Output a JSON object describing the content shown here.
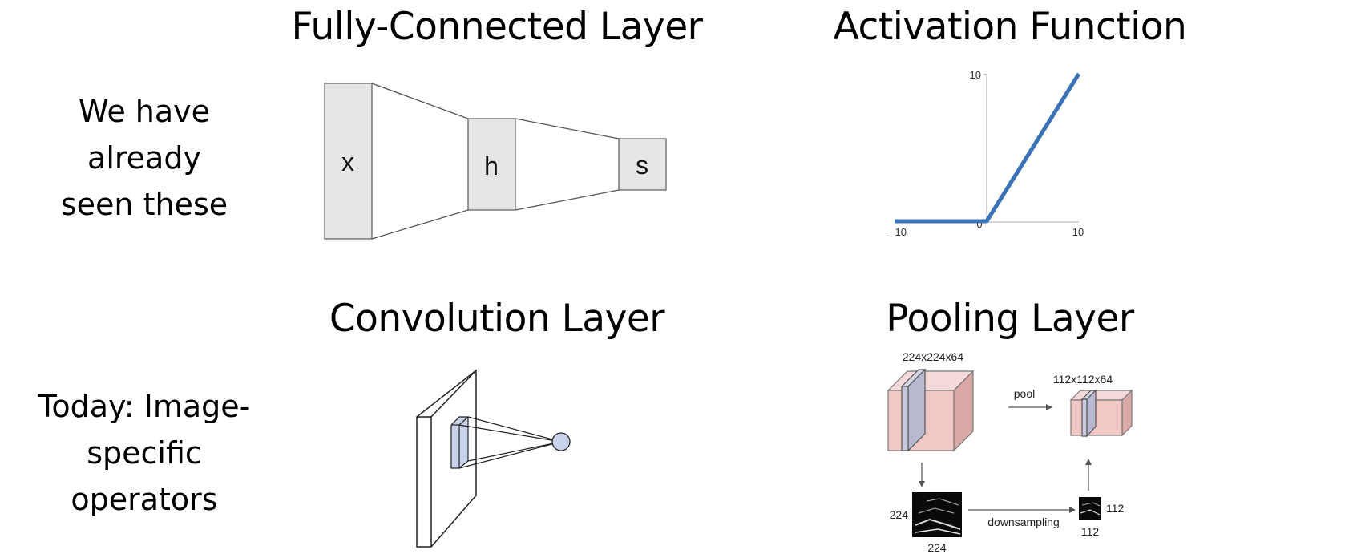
{
  "left_labels": {
    "top": [
      "We have",
      "already",
      "seen these"
    ],
    "bottom": [
      "Today: Image-",
      "specific",
      "operators"
    ]
  },
  "panels": {
    "fc": {
      "title": "Fully-Connected Layer",
      "nodes": [
        "x",
        "h",
        "s"
      ]
    },
    "activation": {
      "title": "Activation Function",
      "y_tick": "10",
      "x_ticks": [
        "−10",
        "0",
        "10"
      ]
    },
    "conv": {
      "title": "Convolution Layer"
    },
    "pool": {
      "title": "Pooling Layer",
      "input_dims": "224x224x64",
      "output_dims": "112x112x64",
      "pool_label": "pool",
      "downsampling_label": "downsampling",
      "img_in_side": "224",
      "img_in_bottom": "224",
      "img_out_side": "112",
      "img_out_bottom": "112"
    }
  },
  "colors": {
    "box_fill": "#e6e6e6",
    "relu_line": "#3a73b8",
    "conv_filter": "#c9d3ec",
    "pool_cube": "#f0c8c6"
  }
}
